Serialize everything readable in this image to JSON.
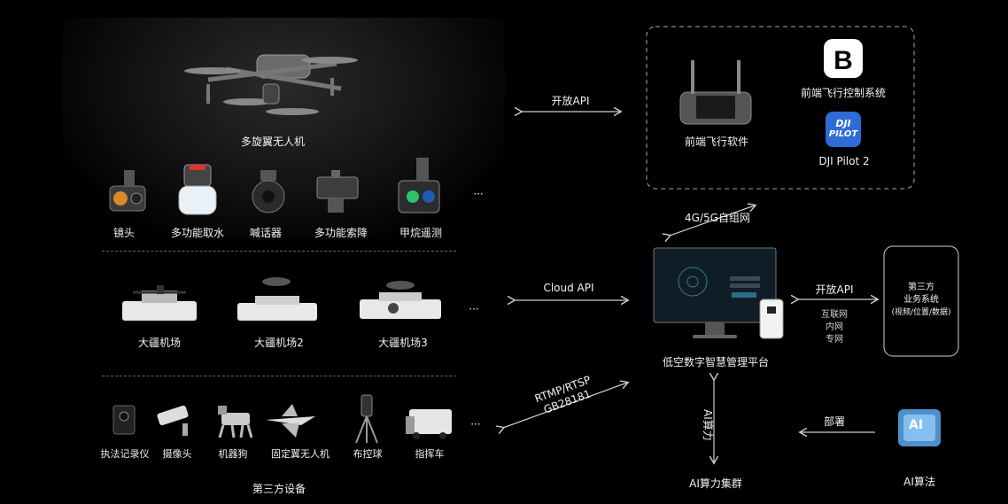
{
  "drone": {
    "label": "多旋翼无人机"
  },
  "payloads": {
    "items": [
      {
        "label": "镜头"
      },
      {
        "label": "多功能取水"
      },
      {
        "label": "喊话器"
      },
      {
        "label": "多功能索降"
      },
      {
        "label": "甲烷遥测"
      }
    ],
    "ellipsis": "···"
  },
  "docks": {
    "items": [
      {
        "label": "大疆机场"
      },
      {
        "label": "大疆机场2"
      },
      {
        "label": "大疆机场3"
      }
    ],
    "ellipsis": "···"
  },
  "third_party": {
    "items": [
      {
        "label": "执法记录仪"
      },
      {
        "label": "摄像头"
      },
      {
        "label": "机器狗"
      },
      {
        "label": "固定翼无人机"
      },
      {
        "label": "布控球"
      },
      {
        "label": "指挥车"
      }
    ],
    "ellipsis": "···",
    "group_label": "第三方设备"
  },
  "arrows": {
    "open_api_top": "开放API",
    "cloud_api": "Cloud API",
    "rtmp_line1": "RTMP/RTSP",
    "rtmp_line2": "GB28181",
    "network": "4G/5G自组网",
    "open_api_right": "开放API",
    "net_types": [
      "互联网",
      "内网",
      "专网"
    ],
    "deploy": "部署",
    "ai_compute_line1": "AI算",
    "ai_compute_line2": "力"
  },
  "front_end": {
    "software_label": "前端飞行软件",
    "flight_system_label": "前端飞行控制系统",
    "pilot_label": "DJI Pilot 2",
    "pilot_icon_text": [
      "DJI",
      "PILOT"
    ]
  },
  "platform": {
    "label": "低空数字智慧管理平台"
  },
  "third_party_system": {
    "line1": "第三方",
    "line2": "业务系统",
    "line3": "(视频/位置/数据)"
  },
  "ai_cluster": {
    "label": "AI算力集群"
  },
  "ai_algorithm": {
    "label": "AI算法",
    "icon_text": "AI"
  },
  "colors": {
    "background": "#000000",
    "line": "#cccccc",
    "pilot_icon": "#2f6bd8",
    "ai_icon": "#5aa9f0"
  }
}
